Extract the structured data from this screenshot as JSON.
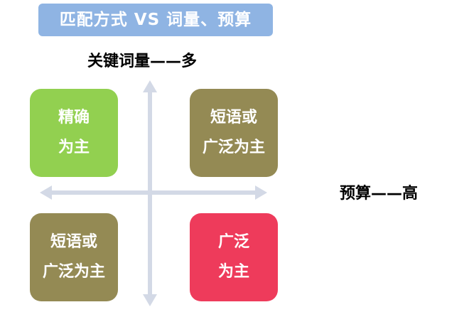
{
  "title": "匹配方式 VS 词量、预算",
  "y_axis_label": "关键词量——多",
  "x_axis_label": "预算——高",
  "colors": {
    "title_bg": "#8fb4e3",
    "axis": "#d3d9e6",
    "green": "#92d050",
    "olive": "#948a54",
    "red": "#ee3b5b"
  },
  "quadrants": {
    "top_left": {
      "line1": "精确",
      "line2": "为主",
      "color": "#92d050"
    },
    "top_right": {
      "line1": "短语或",
      "line2": "广泛为主",
      "color": "#948a54"
    },
    "bottom_left": {
      "line1": "短语或",
      "line2": "广泛为主",
      "color": "#948a54"
    },
    "bottom_right": {
      "line1": "广泛",
      "line2": "为主",
      "color": "#ee3b5b"
    }
  }
}
